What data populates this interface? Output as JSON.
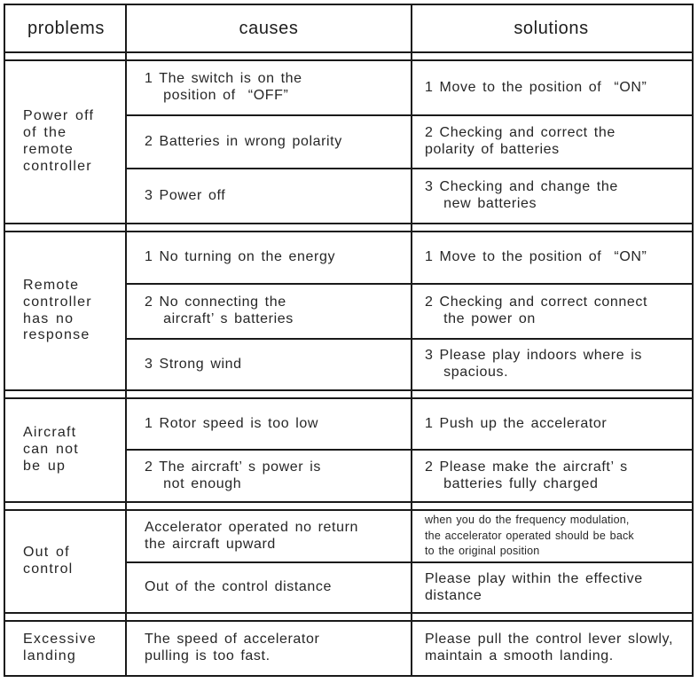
{
  "colors": {
    "border": "#1a1a1a",
    "text": "#262626",
    "background": "#ffffff"
  },
  "table": {
    "headers": {
      "problems": "problems",
      "causes": "causes",
      "solutions": "solutions"
    },
    "sections": [
      {
        "problem": "Power off\nof the\nremote\ncontroller",
        "rows": [
          {
            "cause": "1 The switch is on the\n   position of  “OFF”",
            "solution": "1 Move to the position of  “ON”"
          },
          {
            "cause": "2 Batteries in wrong polarity",
            "solution": "2 Checking and correct the\npolarity of batteries"
          },
          {
            "cause": "3 Power off",
            "solution": "3 Checking and change the\n   new batteries"
          }
        ]
      },
      {
        "problem": "Remote\ncontroller\nhas no\nresponse",
        "rows": [
          {
            "cause": "1 No turning on the energy",
            "solution": "1 Move to the position of  “ON”"
          },
          {
            "cause": "2 No connecting the\n   aircraft’ s batteries",
            "solution": "2 Checking and correct connect\n   the power on"
          },
          {
            "cause": "3 Strong wind",
            "solution": "3 Please play indoors where is\n   spacious."
          }
        ]
      },
      {
        "problem": "Aircraft\ncan not\nbe up",
        "rows": [
          {
            "cause": "1 Rotor speed is too low",
            "solution": "1 Push up the accelerator"
          },
          {
            "cause": "2 The aircraft’ s power is\n   not enough",
            "solution": "2 Please make the aircraft’ s\n   batteries fully charged"
          }
        ]
      },
      {
        "problem": "Out of\ncontrol",
        "rows": [
          {
            "cause": "Accelerator operated no return\nthe aircraft upward",
            "solution": "when you do the frequency modulation,\nthe accelerator operated should be back\nto the original position"
          },
          {
            "cause": "Out of the control distance",
            "solution": "Please play within the effective\ndistance"
          }
        ]
      },
      {
        "problem": "Excessive\nlanding",
        "rows": [
          {
            "cause": "The speed of accelerator\npulling is too fast.",
            "solution": "Please pull the control lever slowly,\nmaintain a smooth landing."
          }
        ]
      }
    ]
  }
}
